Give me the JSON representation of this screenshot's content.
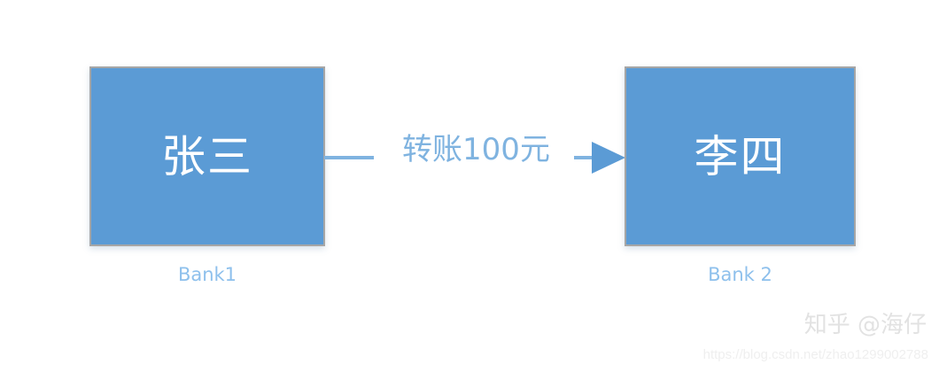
{
  "diagram": {
    "title": "bank-transfer-diagram",
    "background_color": "#FFFFFF",
    "nodes": [
      {
        "id": "node-left",
        "label": "张三",
        "caption": "Bank1",
        "fill_color": "#5B9BD5",
        "border_color": "#A6A6A6",
        "text_color": "#FFFFFF"
      },
      {
        "id": "node-right",
        "label": "李四",
        "caption": "Bank 2",
        "fill_color": "#5B9BD5",
        "border_color": "#A6A6A6",
        "text_color": "#FFFFFF"
      }
    ],
    "edge": {
      "label": "转账100元",
      "from": "张三",
      "to": "李四",
      "color": "#7FB3E0",
      "arrow_direction": "right"
    },
    "caption_color": "#8EC0EC"
  },
  "watermark": {
    "brand": "知乎 @海仔",
    "url": "https://blog.csdn.net/zhao1299002788"
  }
}
